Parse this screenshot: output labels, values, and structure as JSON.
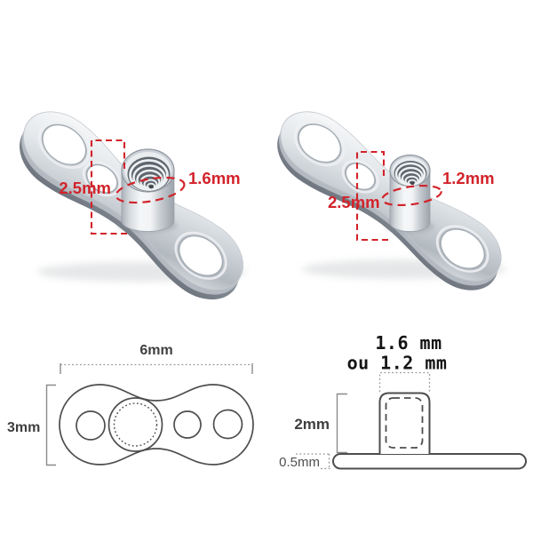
{
  "page": {
    "background": "#ffffff"
  },
  "colors": {
    "annotation_red": "#d2232a",
    "drawing_line": "#4d4d4d",
    "dimension_gray": "#8b8b8b",
    "label_dark": "#3f3f3f"
  },
  "products": {
    "left": {
      "post_height_label": "2.5mm",
      "gauge_label": "1.6mm"
    },
    "right": {
      "post_height_label": "2.5mm",
      "gauge_label": "1.2mm"
    }
  },
  "drawings": {
    "top_view": {
      "width_label": "6mm",
      "height_label": "3mm"
    },
    "side_view": {
      "gauge_label_line1": "1.6 mm",
      "gauge_label_line2": "ou 1.2 mm",
      "post_height_label": "2mm",
      "base_thickness_label": "0.5mm"
    }
  }
}
